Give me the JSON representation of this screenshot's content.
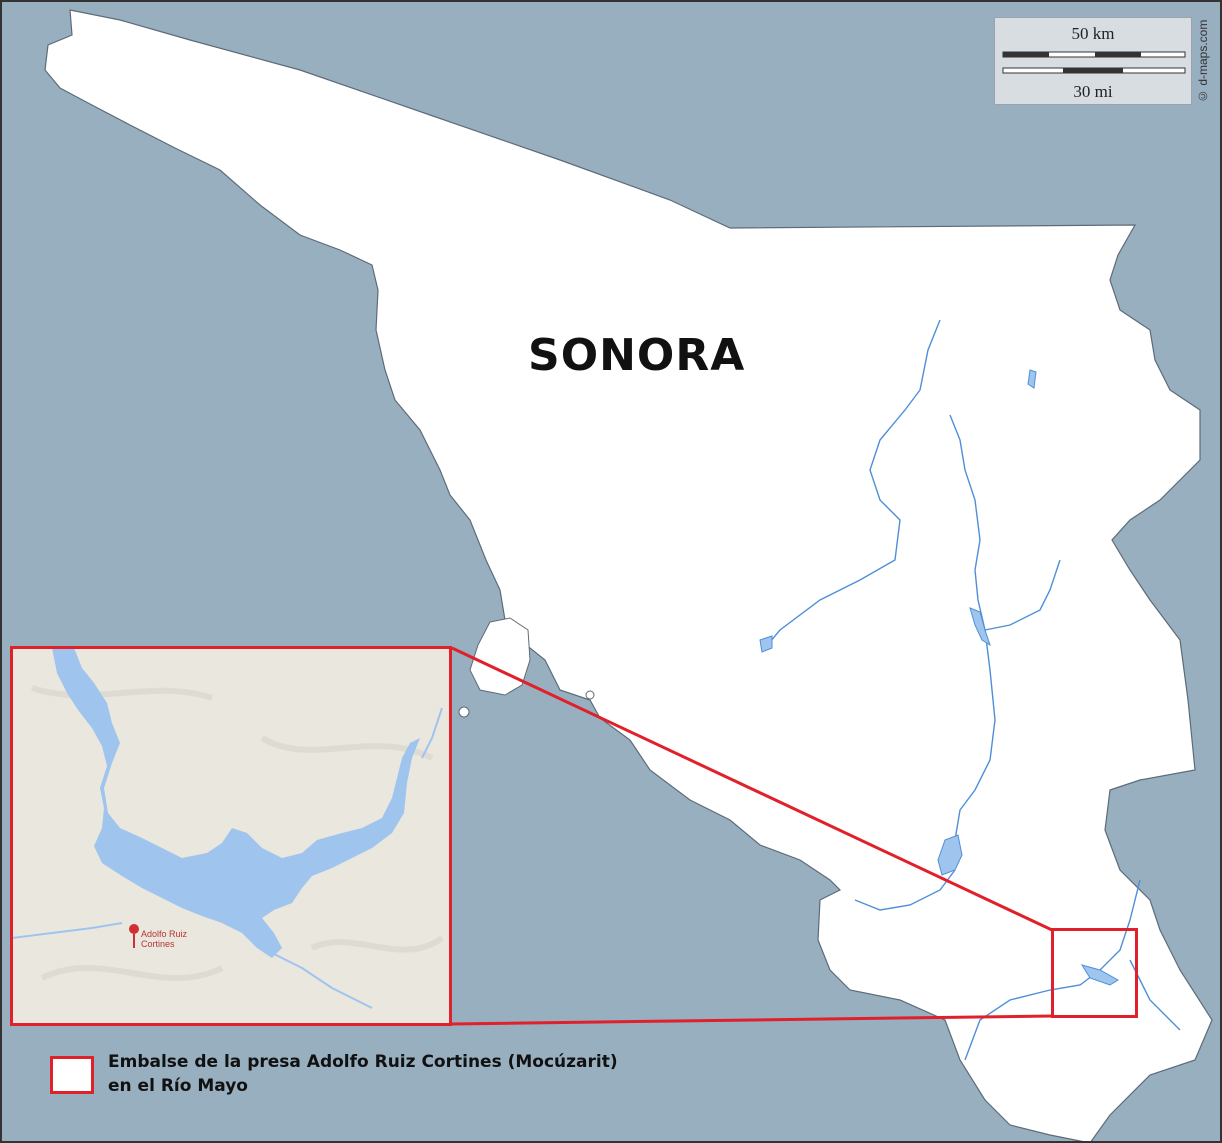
{
  "map": {
    "region_label": "SONORA",
    "credit": "© d-maps.com",
    "scale": {
      "metric": "50 km",
      "imperial": "30 mi"
    },
    "inset_marker_label": "Adolfo Ruiz Cortines",
    "legend_text": "Embalse de la presa Adolfo Ruiz Cortines (Mocúzarit) en el Río Mayo",
    "colors": {
      "sea": "#98afc0",
      "land": "#ffffff",
      "water": "#9fc4ee",
      "river": "#4f8fd8",
      "highlight": "#e0202a",
      "inset_land": "#e9e7de"
    }
  }
}
